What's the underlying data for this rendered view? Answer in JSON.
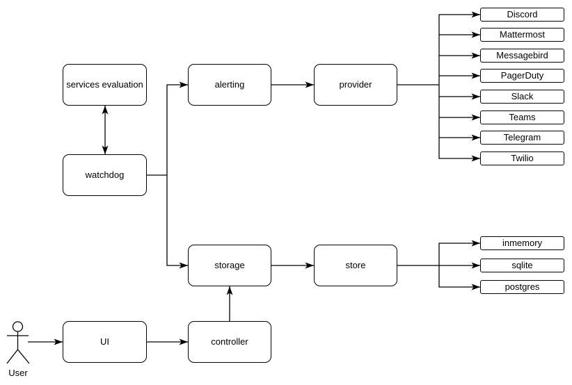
{
  "diagram": {
    "colors": {
      "stroke": "#000000",
      "node_fill": "#ffffff",
      "text": "#000000",
      "background": "#ffffff"
    },
    "nodes": {
      "services_evaluation": {
        "label": "services evaluation"
      },
      "watchdog": {
        "label": "watchdog"
      },
      "alerting": {
        "label": "alerting"
      },
      "provider": {
        "label": "provider"
      },
      "storage": {
        "label": "storage"
      },
      "store": {
        "label": "store"
      },
      "ui": {
        "label": "UI"
      },
      "controller": {
        "label": "controller"
      }
    },
    "provider_targets": [
      {
        "label": "Discord"
      },
      {
        "label": "Mattermost"
      },
      {
        "label": "Messagebird"
      },
      {
        "label": "PagerDuty"
      },
      {
        "label": "Slack"
      },
      {
        "label": "Teams"
      },
      {
        "label": "Telegram"
      },
      {
        "label": "Twilio"
      }
    ],
    "store_targets": [
      {
        "label": "inmemory"
      },
      {
        "label": "sqlite"
      },
      {
        "label": "postgres"
      }
    ],
    "actor": {
      "label": "User"
    }
  }
}
